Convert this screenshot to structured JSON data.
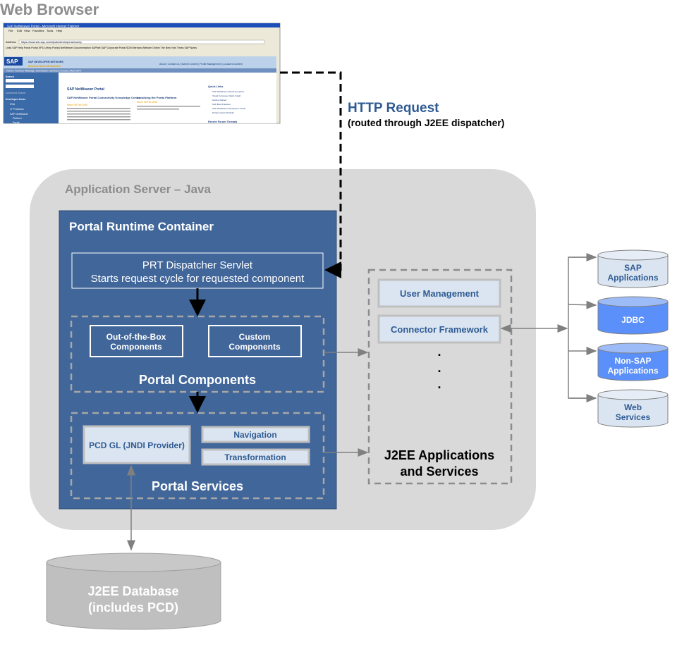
{
  "browser": {
    "title": "Web Browser",
    "window_title": "SAP NetWeaver Portal - Microsoft Internet Explorer",
    "menu": [
      "File",
      "Edit",
      "View",
      "Favorites",
      "Tools",
      "Help"
    ],
    "address_label": "Address",
    "address": "https://www.sdn.sap.com/irj/sdn/developerareas/ep",
    "links": "Links  SAP Help Portal  Portal SP14 (Help Portal)  NetWeaver Documentation  SAPNet  SAP Corporate Portal  SDN  Merriam-Webster Online  The New York Times  SAP Notes",
    "site_name": "SAP DEVELOPER NETWORK",
    "welcome": "Welcome Daniel Wroblewski",
    "top_links": "About | Contact Us | Submit Content | Profile Management | Localized Content",
    "nav": "Home | Forums | Weblogs | Downloads | Services | Events | Mail | BPX",
    "sidebar": [
      "Search",
      "Advanced Search",
      "Developer Areas",
      "ESA",
      "JT Practices",
      "SAP NetWeaver",
      "Platform",
      "Portal"
    ],
    "page_heading": "SAP NetWeaver Portal",
    "article1_title": "SAP NetWeaver Portal Connectivity Knowledge Center",
    "article1_date": "Neue! 08 Feb 2006",
    "article2_title": "Localizing the Portal Platform",
    "article2_date": "Neue! 08 Feb 2006",
    "quick_links_title": "Quick Links",
    "quick_links": [
      "SAP NetWeaver Visual Composer",
      "Visual Composer Quick Install",
      "Getting Started",
      "SAP Best Practices",
      "SAP NetWeaver Developer's Guide",
      "Portal Content Portfolio"
    ],
    "recent": "Recent Forum Threads"
  },
  "request": {
    "title": "HTTP Request",
    "subtitle": "(routed through J2EE dispatcher)"
  },
  "app_server": {
    "title": "Application Server – Java"
  },
  "prc": {
    "title": "Portal Runtime Container",
    "dispatcher_title": "PRT Dispatcher Servlet",
    "dispatcher_sub": "Starts request cycle for requested component",
    "components": {
      "box1": [
        "Out-of-the-Box",
        "Components"
      ],
      "box2": [
        "Custom",
        "Components"
      ],
      "label": "Portal Components"
    },
    "services": {
      "pcd": "PCD GL (JNDI Provider)",
      "navigation": "Navigation",
      "transformation": "Transformation",
      "label": "Portal Services"
    }
  },
  "j2ee": {
    "user_mgmt": "User Management",
    "connector": "Connector Framework",
    "dots": ".",
    "label": [
      "J2EE Applications",
      "and Services"
    ]
  },
  "backends": [
    {
      "lines": [
        "SAP",
        "Applications"
      ],
      "color": "#dbe5f1"
    },
    {
      "lines": [
        "JDBC"
      ],
      "color": "#5b8ff9"
    },
    {
      "lines": [
        "Non-SAP",
        "Applications"
      ],
      "color": "#5b8ff9"
    },
    {
      "lines": [
        "Web",
        "Services"
      ],
      "color": "#dbe5f1"
    }
  ],
  "database": {
    "lines": [
      "J2EE Database",
      "(includes PCD)"
    ]
  },
  "colors": {
    "container": "#41669a",
    "server": "#d9d9d9",
    "accent_text": "#2f5b93"
  }
}
